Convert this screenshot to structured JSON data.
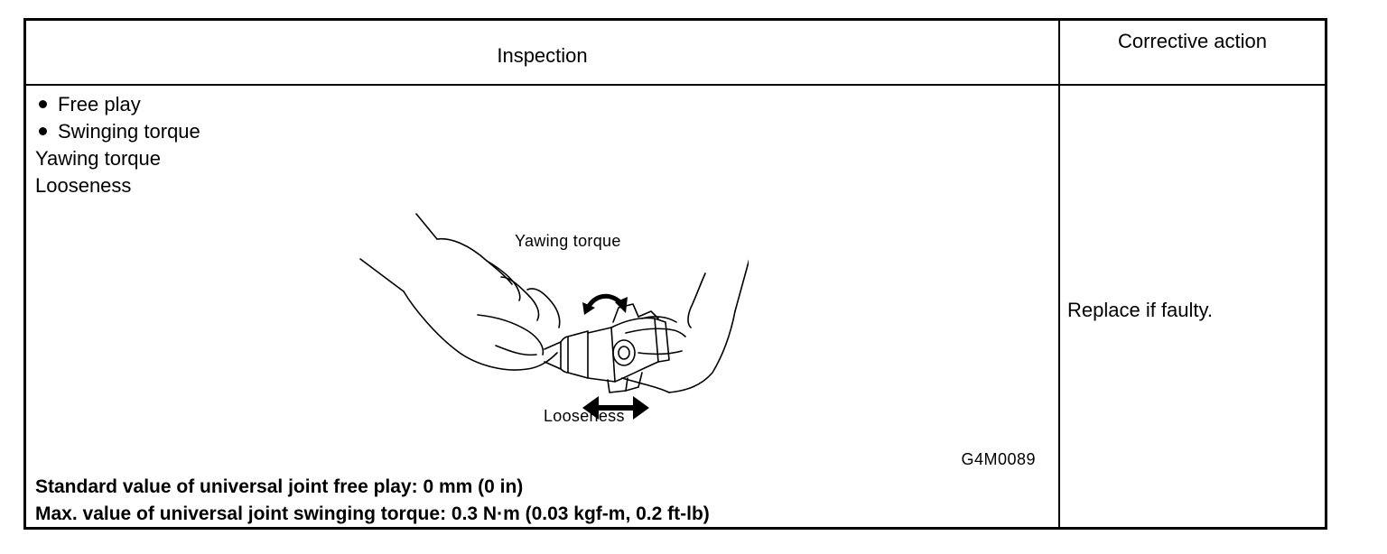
{
  "header": {
    "inspection": "Inspection",
    "corrective_action": "Corrective action"
  },
  "inspection": {
    "bullets": [
      "Free play",
      "Swinging torque"
    ],
    "lines": [
      "Yawing torque",
      "Looseness"
    ]
  },
  "figure": {
    "label_yawing": "Yawing torque",
    "label_looseness": "Looseness",
    "code": "G4M0089"
  },
  "specs": {
    "free_play": "Standard value of universal joint free play: 0 mm (0 in)",
    "swinging_torque": "Max. value of universal joint swinging torque: 0.3 N·m (0.03 kgf-m, 0.2 ft-lb)"
  },
  "corrective": {
    "action": "Replace if faulty."
  }
}
